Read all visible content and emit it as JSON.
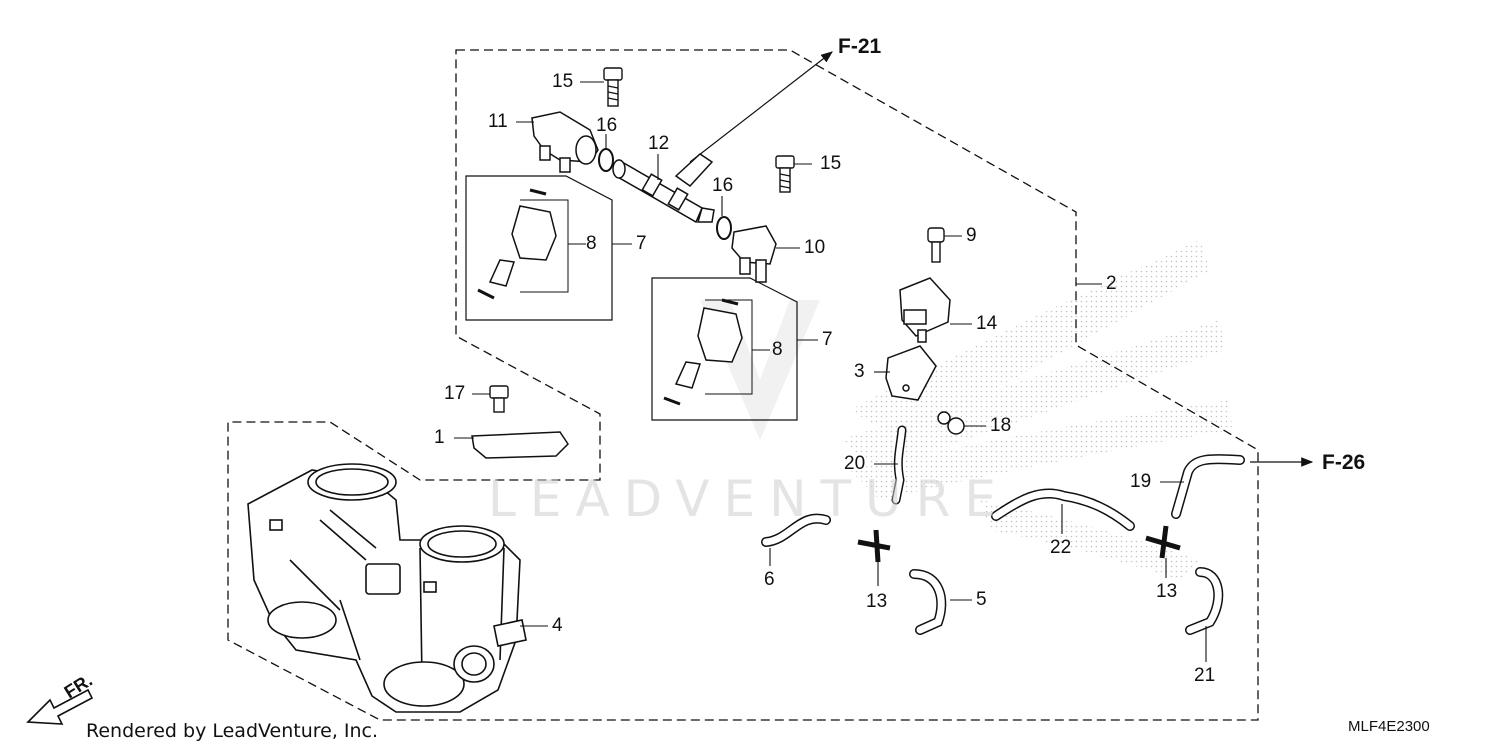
{
  "refs": {
    "f21": "F-21",
    "f26": "F-26"
  },
  "callouts": {
    "p1": "1",
    "p2": "2",
    "p3": "3",
    "p4": "4",
    "p5": "5",
    "p6": "6",
    "p7a": "7",
    "p7b": "7",
    "p8a": "8",
    "p8b": "8",
    "p9": "9",
    "p10": "10",
    "p11": "11",
    "p12": "12",
    "p13a": "13",
    "p13b": "13",
    "p14": "14",
    "p15a": "15",
    "p15b": "15",
    "p16a": "16",
    "p16b": "16",
    "p17": "17",
    "p18": "18",
    "p19": "19",
    "p20": "20",
    "p21": "21",
    "p22": "22"
  },
  "watermark": "LEADVENTURE",
  "direction_label": "FR.",
  "footer": {
    "credit": "Rendered by LeadVenture, Inc.",
    "diagram_code": "MLF4E2300"
  },
  "colors": {
    "line": "#111111",
    "watermark": "#cfcfcf"
  }
}
